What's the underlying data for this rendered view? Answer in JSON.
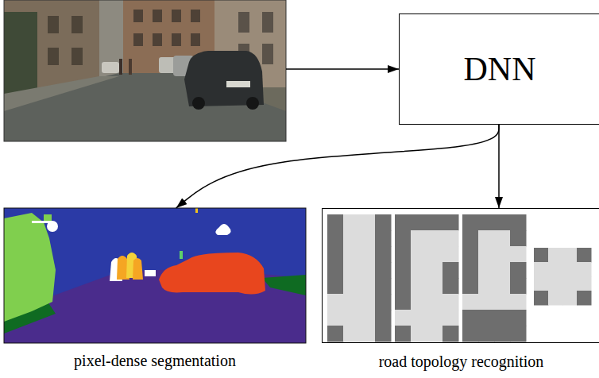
{
  "diagram": {
    "nodes": [
      {
        "text": []
      },
      {
        "text": [
          "DNN"
        ]
      },
      {
        "text": [
          "pixel-dense segmentation"
        ]
      },
      {
        "text": [
          "road topology recognition"
        ]
      }
    ],
    "edges": [
      {
        "from": 0,
        "to": 1,
        "arrow": "to"
      },
      {
        "from": 1,
        "to": 2,
        "arrow": "to"
      },
      {
        "from": 1,
        "to": 3,
        "arrow": "to"
      }
    ]
  }
}
